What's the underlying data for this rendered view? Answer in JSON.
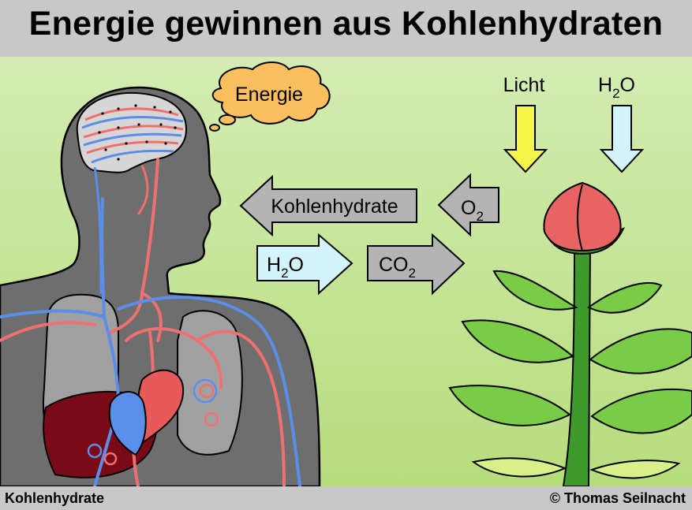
{
  "title": "Energie gewinnen aus Kohlenhydraten",
  "footer": {
    "left": "Kohlenhydrate",
    "right": "© Thomas Seilnacht"
  },
  "thought": {
    "label": "Energie"
  },
  "inputs": {
    "light": "Licht",
    "water_main": "H",
    "water_sub": "2",
    "water_end": "O"
  },
  "arrows": {
    "carbs": "Kohlenhydrate",
    "o2_main": "O",
    "o2_sub": "2",
    "h2o_main": "H",
    "h2o_sub": "2",
    "h2o_end": "O",
    "co2_main": "CO",
    "co2_sub": "2"
  },
  "colors": {
    "background_top": "#d4ecb2",
    "background_bottom": "#b6dd7c",
    "bar": "#c8c8c8",
    "body": "#6e6e6e",
    "lung": "#a0a0a0",
    "artery": "#f07070",
    "vein": "#5a8ee8",
    "liver": "#7a0a16",
    "heart": "#e85a5a",
    "grey_arrow": "#b4b4b4",
    "light_arrow": "#f5f54a",
    "water_arrow": "#d4f4fb",
    "cloud": "#fac060",
    "leaf": "#7acc46",
    "stem": "#3e9a2a",
    "bud": "#e86464"
  }
}
